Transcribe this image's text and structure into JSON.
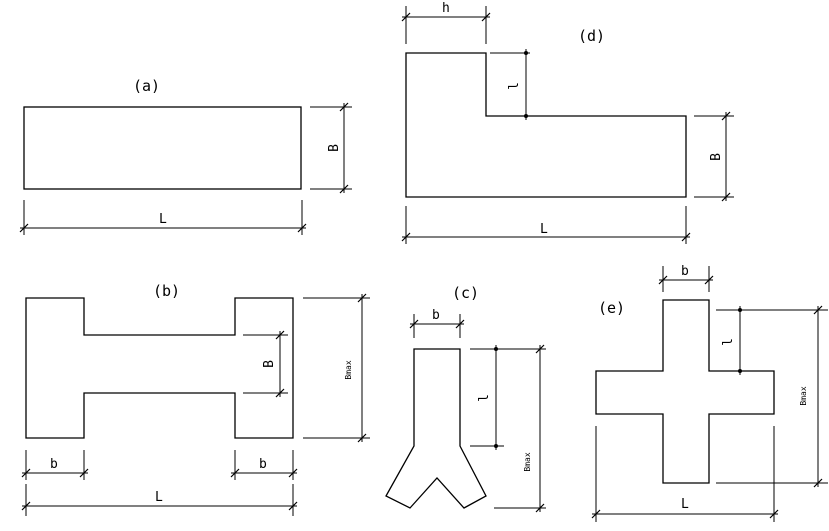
{
  "figures": {
    "a": {
      "caption": "(a)",
      "length": "L",
      "width": "B"
    },
    "b": {
      "caption": "(b)",
      "length": "L",
      "arm_left": "b",
      "arm_right": "b",
      "width": "B",
      "width_max": "Bmax"
    },
    "c": {
      "caption": "(c)",
      "stem": "b",
      "length": "l",
      "width_max": "Bmax"
    },
    "d": {
      "caption": "(d)",
      "top": "h",
      "step": "l",
      "width": "B",
      "length": "L"
    },
    "e": {
      "caption": "(e)",
      "stem": "b",
      "arm": "l",
      "width_max": "Bmax",
      "length": "L"
    }
  }
}
